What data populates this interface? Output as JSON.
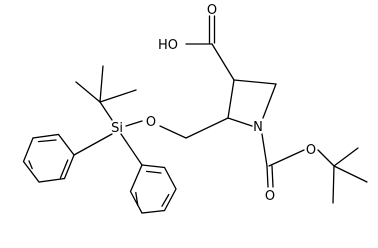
{
  "molecule": {
    "labels": {
      "hydroxyl": "HO",
      "carbonyl_o_acid": "O",
      "ring_nitrogen": "N",
      "silicon": "Si",
      "ether_oxygen": "O",
      "carbonyl_o_boc": "O",
      "ester_oxygen_boc": "O"
    }
  }
}
